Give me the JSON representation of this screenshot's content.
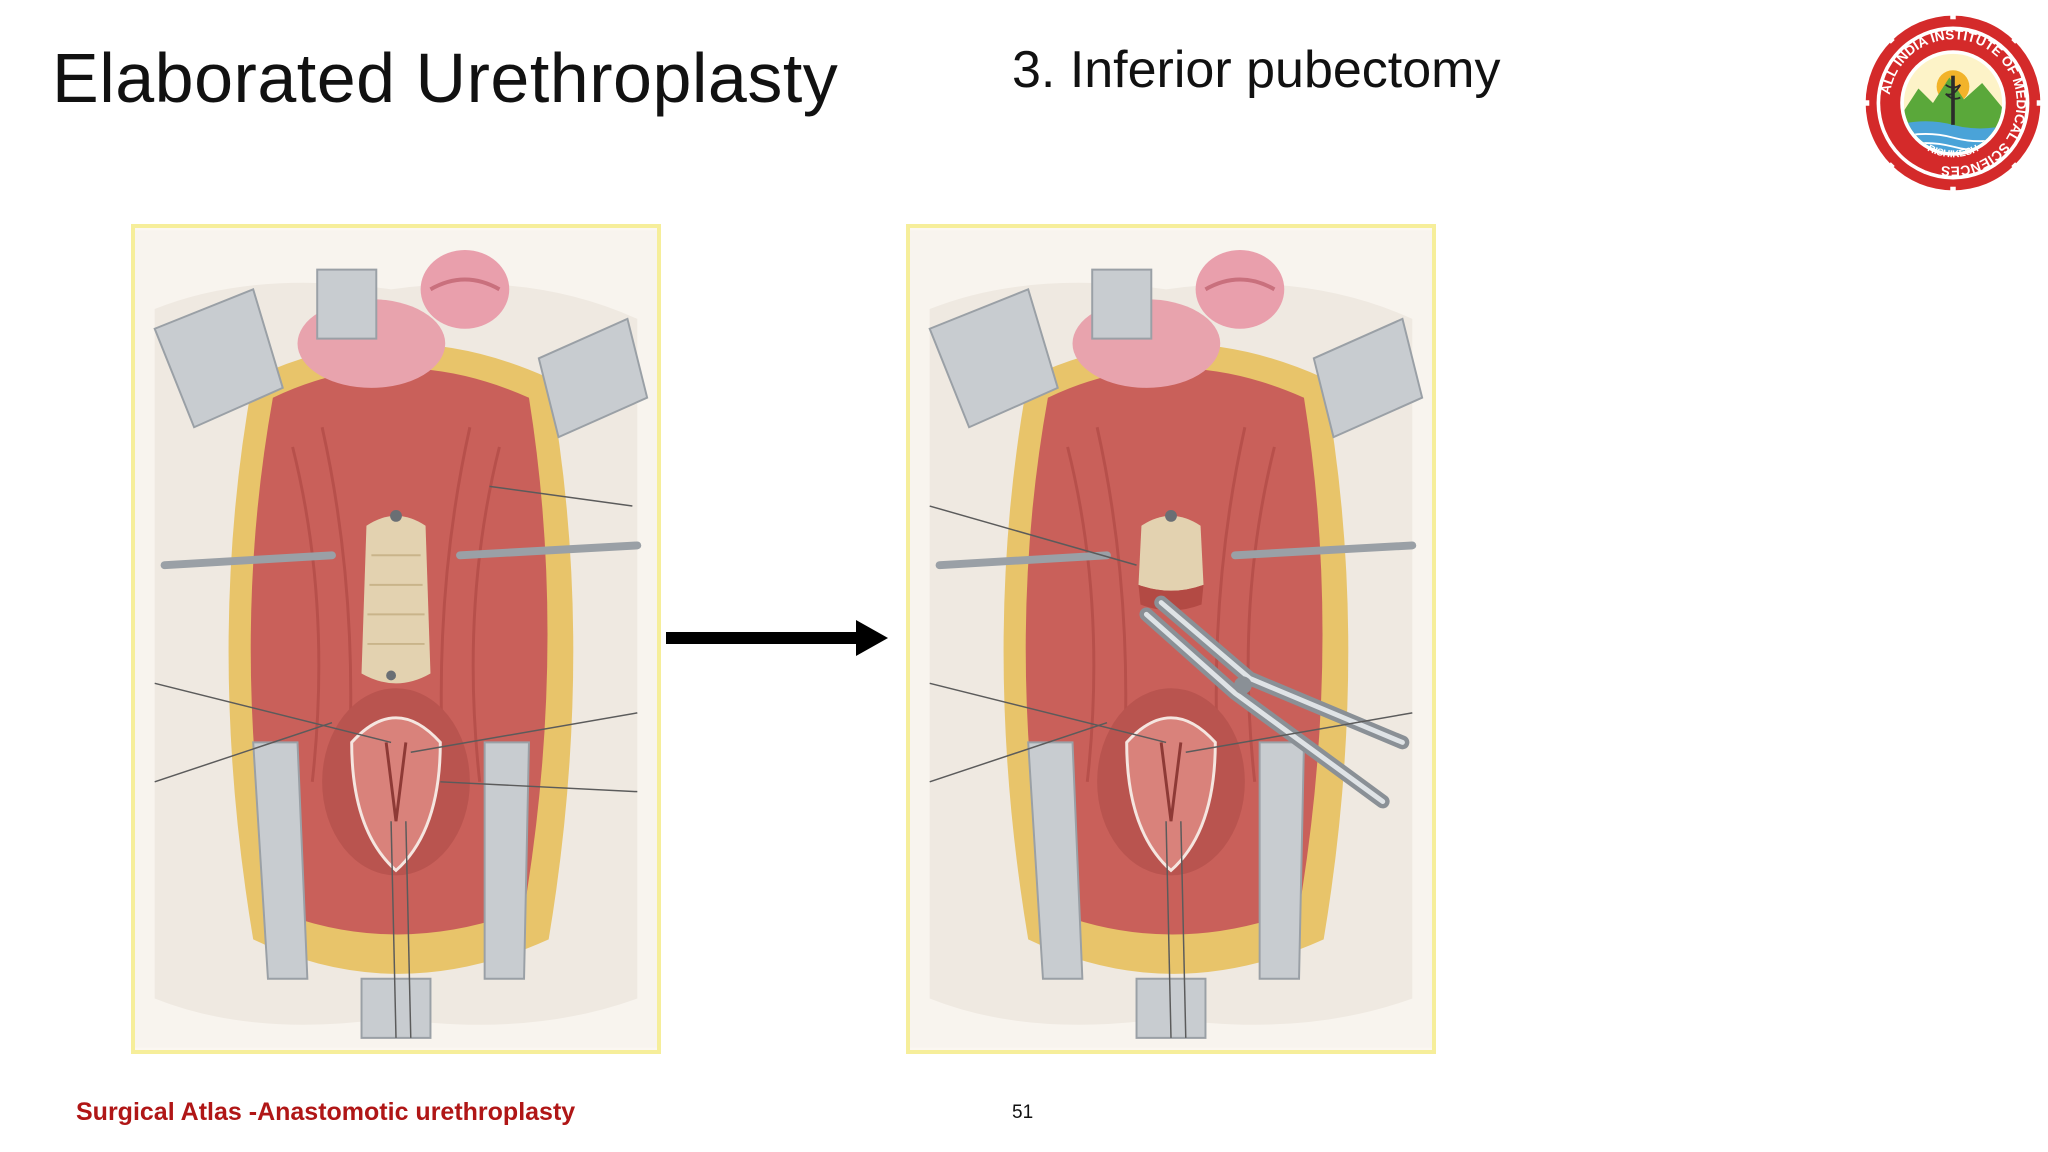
{
  "slide": {
    "title": "Elaborated Urethroplasty",
    "subtitle": "3. Inferior pubectomy",
    "footer_text": "Surgical Atlas -Anastomotic urethroplasty",
    "page_number": "51"
  },
  "logo": {
    "ring_text": "ALL INDIA INSTITUTE OF MEDICAL SCIENCES",
    "bottom_text": "RISHIKESH",
    "colors": {
      "ring": "#d42a2a",
      "mountain": "#5aa83a",
      "sun": "#f2b32a",
      "water": "#4aa3d8"
    }
  },
  "figures": {
    "before": {
      "icon": "surgical-illustration"
    },
    "after": {
      "icon": "surgical-illustration-forceps"
    },
    "arrow_icon": "arrow-right-icon"
  },
  "colors": {
    "title": "#111111",
    "footer": "#b01616",
    "panel_border": "#f6ee9a",
    "tissue": "#c9605a",
    "fat": "#e8c46a",
    "retractor": "#c8ccd0"
  }
}
